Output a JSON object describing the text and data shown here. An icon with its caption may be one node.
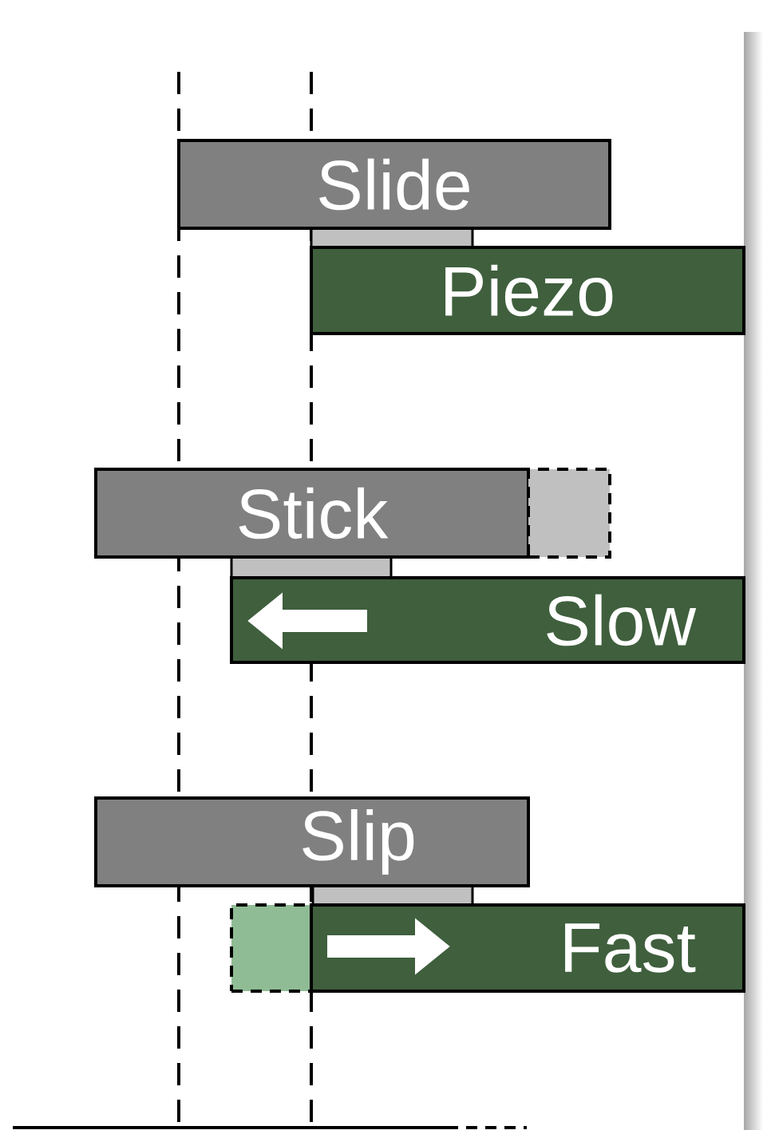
{
  "diagram": {
    "nodes": [
      {
        "text": [
          "Slide"
        ]
      },
      {
        "text": [
          "Piezo"
        ]
      },
      {
        "text": [
          "Stick"
        ]
      },
      {
        "text": [],
        "shape": "box"
      },
      {
        "text": [
          "Slow"
        ]
      },
      {
        "text": [],
        "shape": "box"
      },
      {
        "text": [
          "Slip"
        ]
      },
      {
        "text": [
          "Fast"
        ]
      }
    ]
  }
}
